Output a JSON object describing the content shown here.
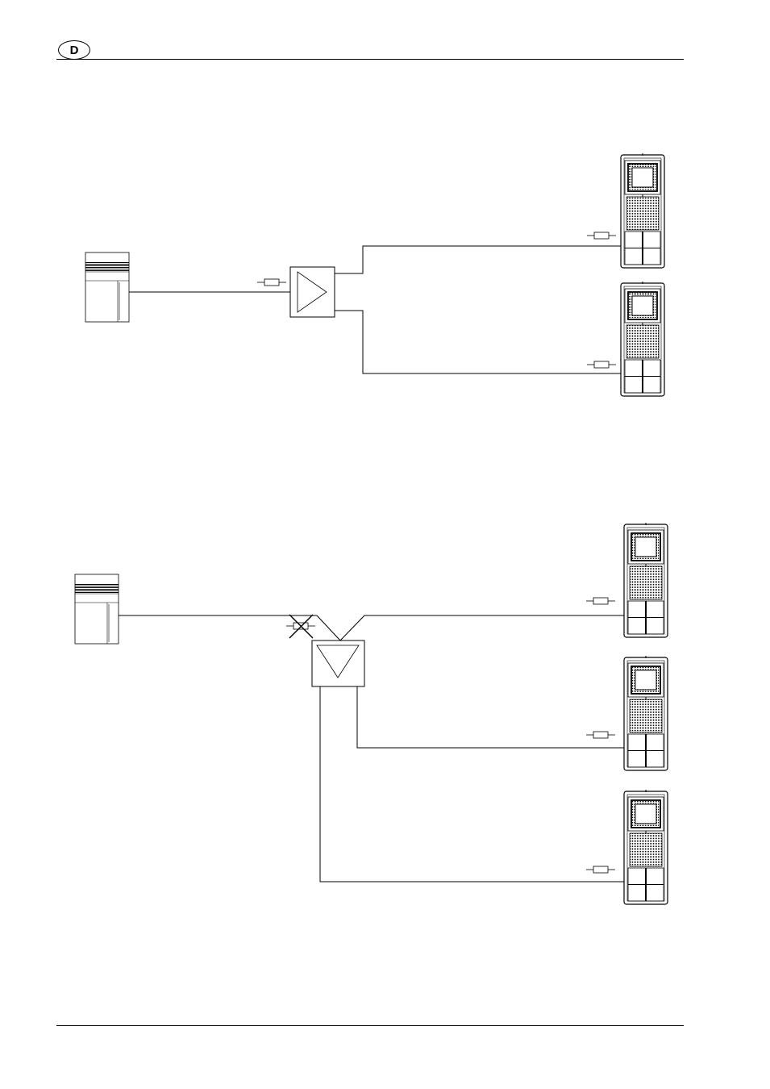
{
  "header": {
    "language_badge": "D"
  },
  "diagrams": [
    {
      "name": "amplifier-with-two-stations",
      "amplifier_symbol": "triangle-right",
      "door_stations": 2,
      "terminating_resistors": 3
    },
    {
      "name": "distributor-with-three-stations",
      "amplifier_symbol": "triangle-down",
      "door_stations": 3,
      "terminating_resistors": 4,
      "removed_resistor": true
    }
  ],
  "colors": {
    "line": "#000000",
    "background": "#ffffff"
  }
}
